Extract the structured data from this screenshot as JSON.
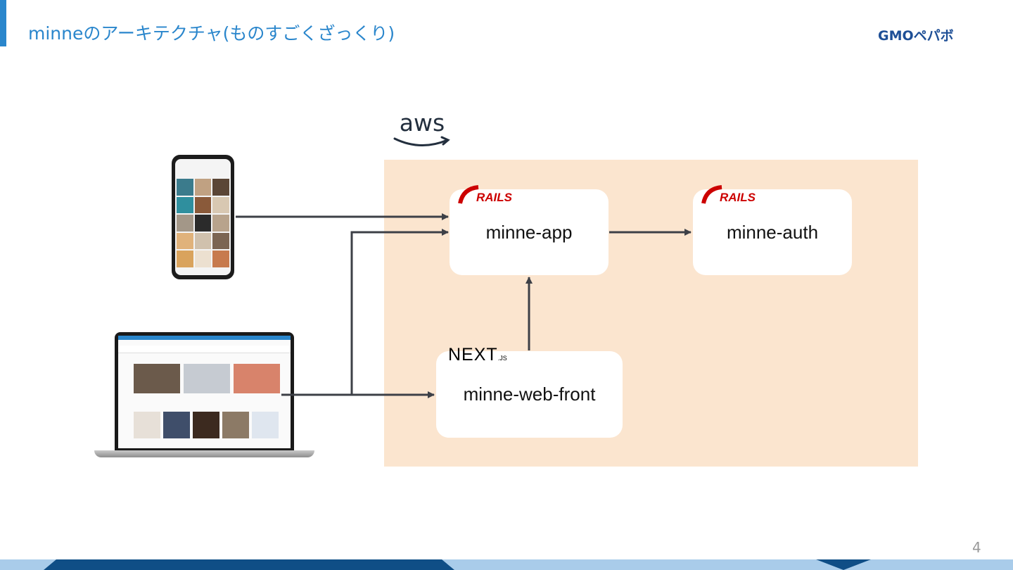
{
  "slide": {
    "title": "minneのアーキテクチャ(ものすごくざっくり)",
    "logo": "GMOペパボ",
    "page_number": "4"
  },
  "diagram": {
    "cloud_label": "aws",
    "nodes": [
      {
        "id": "minne-app",
        "label": "minne-app",
        "badge": "RAILS"
      },
      {
        "id": "minne-auth",
        "label": "minne-auth",
        "badge": "RAILS"
      },
      {
        "id": "minne-web-front",
        "label": "minne-web-front",
        "badge": "NEXT",
        "badge_suffix": ".JS"
      }
    ],
    "clients": [
      {
        "id": "smartphone",
        "icon": "smartphone-icon"
      },
      {
        "id": "laptop",
        "icon": "laptop-icon"
      }
    ],
    "edges": [
      {
        "from": "smartphone",
        "to": "minne-app"
      },
      {
        "from": "laptop",
        "to": "minne-app"
      },
      {
        "from": "laptop",
        "to": "minne-web-front"
      },
      {
        "from": "minne-web-front",
        "to": "minne-app"
      },
      {
        "from": "minne-app",
        "to": "minne-auth"
      }
    ]
  },
  "colors": {
    "title": "#2a86cc",
    "aws_region": "#fbe5cf",
    "node_bg": "#ffffff",
    "rails": "#cc0000",
    "arrow": "#3d4047",
    "footer_light": "#a9ccea",
    "footer_dark": "#0f4e86"
  }
}
